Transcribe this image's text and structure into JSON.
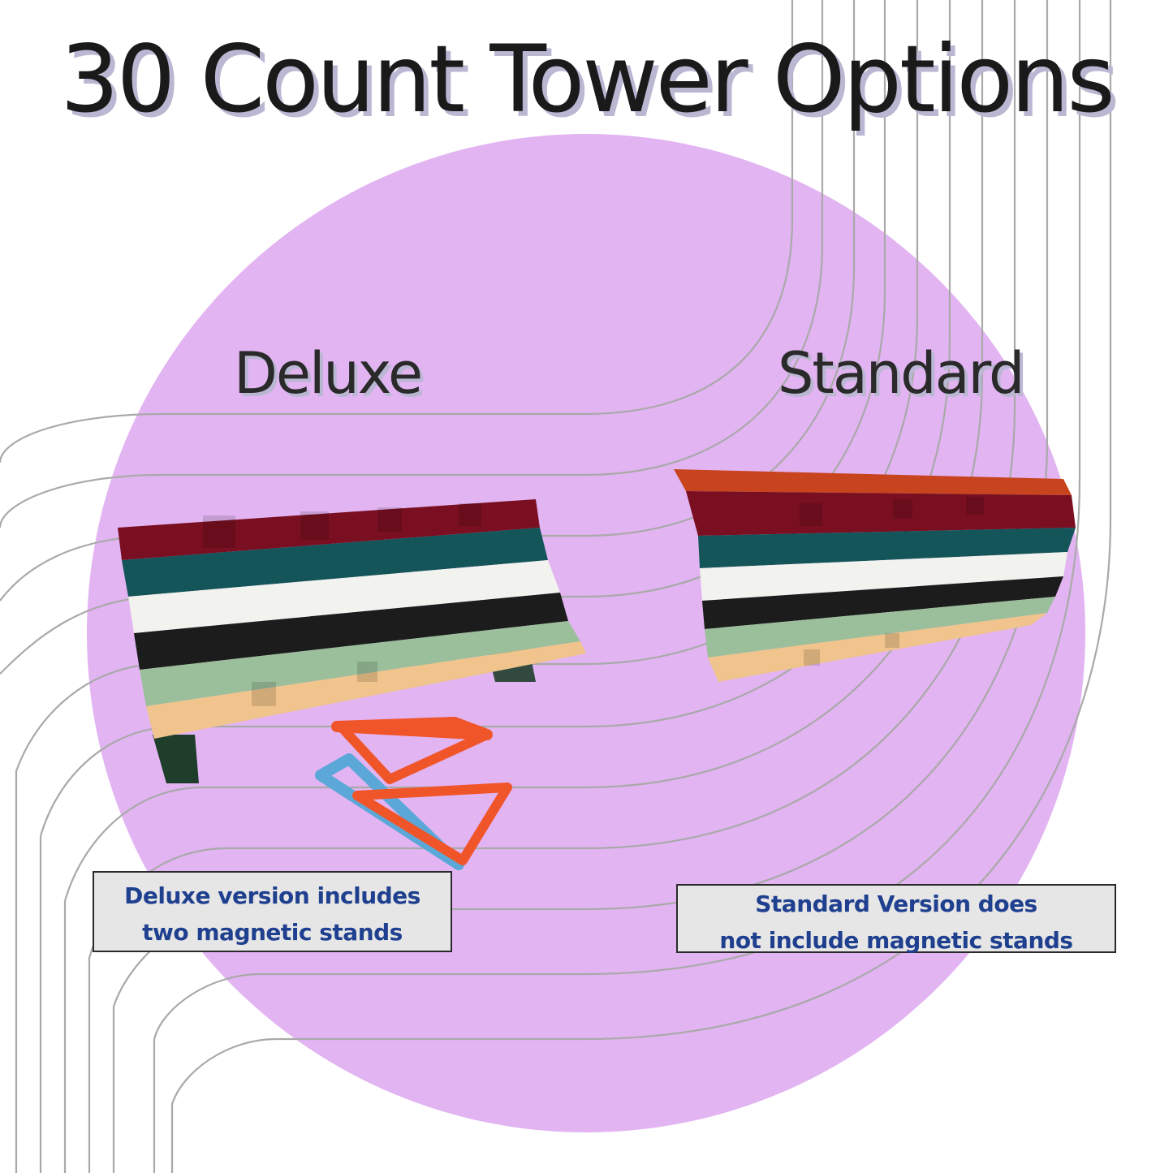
{
  "title": "30 Count Tower Options",
  "options": {
    "deluxe": {
      "label": "Deluxe",
      "note_line1": "Deluxe version includes",
      "note_line2": "two magnetic stands"
    },
    "standard": {
      "label": "Standard",
      "note_line1": "Standard Version does",
      "note_line2": "not include magnetic stands"
    }
  },
  "colors": {
    "circle": "#e2b4f2",
    "title_shadow": "#b9b7d2",
    "note_text": "#1f3f8f",
    "note_bg": "#e6e6e6",
    "tier_colors": [
      "#7a0f22",
      "#14555a",
      "#f2f2ee",
      "#1c1c1c",
      "#9bbf9b",
      "#f0c48c"
    ]
  }
}
